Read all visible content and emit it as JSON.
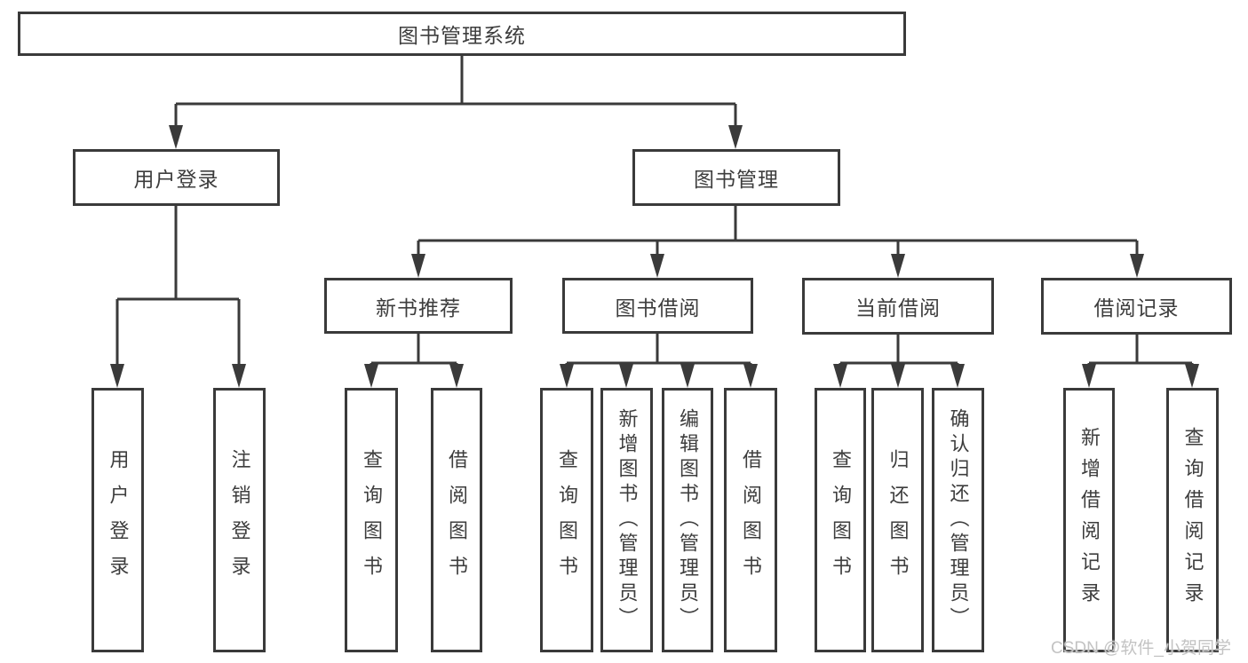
{
  "diagram_type": "hierarchy-tree",
  "colors": {
    "line": "#3a3a3a",
    "box_border": "#3a3a3a",
    "text": "#3d3d3d",
    "background": "#ffffff",
    "watermark": "#c3c3c3"
  },
  "tree": {
    "label": "图书管理系统",
    "children": [
      {
        "label": "用户登录",
        "children": [
          {
            "label": "用户登录"
          },
          {
            "label": "注销登录"
          }
        ]
      },
      {
        "label": "图书管理",
        "children": [
          {
            "label": "新书推荐",
            "children": [
              {
                "label": "查询图书"
              },
              {
                "label": "借阅图书"
              }
            ]
          },
          {
            "label": "图书借阅",
            "children": [
              {
                "label": "查询图书"
              },
              {
                "label": "新增图书（管理员）"
              },
              {
                "label": "编辑图书（管理员）"
              },
              {
                "label": "借阅图书"
              }
            ]
          },
          {
            "label": "当前借阅",
            "children": [
              {
                "label": "查询图书"
              },
              {
                "label": "归还图书"
              },
              {
                "label": "确认归还（管理员）"
              }
            ]
          },
          {
            "label": "借阅记录",
            "children": [
              {
                "label": "新增借阅记录"
              },
              {
                "label": "查询借阅记录"
              }
            ]
          }
        ]
      }
    ]
  },
  "watermark": {
    "text": "CSDN @软件_小贺同学"
  }
}
